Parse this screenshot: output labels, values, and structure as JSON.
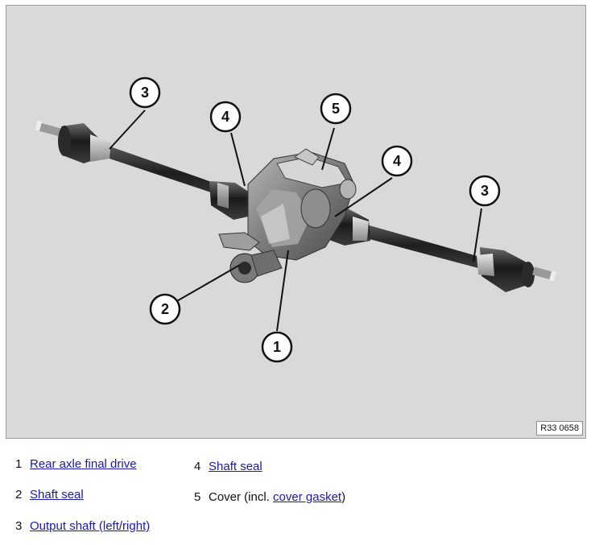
{
  "figure": {
    "code": "R33 0658",
    "callouts": [
      "1",
      "2",
      "3",
      "3",
      "4",
      "4",
      "5"
    ]
  },
  "legend": [
    {
      "num": "1",
      "link": "Rear axle final drive"
    },
    {
      "num": "2",
      "link": "Shaft seal"
    },
    {
      "num": "3",
      "link": "Output shaft (left/right)"
    },
    {
      "num": "4",
      "link": "Shaft seal"
    },
    {
      "num": "5",
      "pre": "Cover (incl. ",
      "link": "cover gasket",
      "post": ")"
    }
  ]
}
